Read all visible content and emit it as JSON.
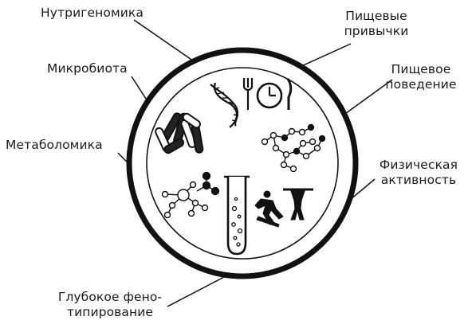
{
  "diagram": {
    "labels": {
      "nutrigenomics": [
        "Нутригеномика"
      ],
      "microbiota": [
        "Микробиота"
      ],
      "metabolomics": [
        "Метаболомика"
      ],
      "deep_phenotyping": [
        "Глубокое фено-",
        "типирование"
      ],
      "food_habits": [
        "Пищевые",
        "привычки"
      ],
      "food_behavior": [
        "Пищевое",
        "поведение"
      ],
      "physical_activity": [
        "Физическая",
        "активность"
      ]
    },
    "icons": [
      "dna-icon",
      "bacteria-icon",
      "molecule-icon",
      "test-tube-icon",
      "fork-knife-clock-icon",
      "network-icon",
      "athlete-icon"
    ],
    "colors": {
      "stroke": "#111111",
      "background": "#ffffff"
    }
  }
}
